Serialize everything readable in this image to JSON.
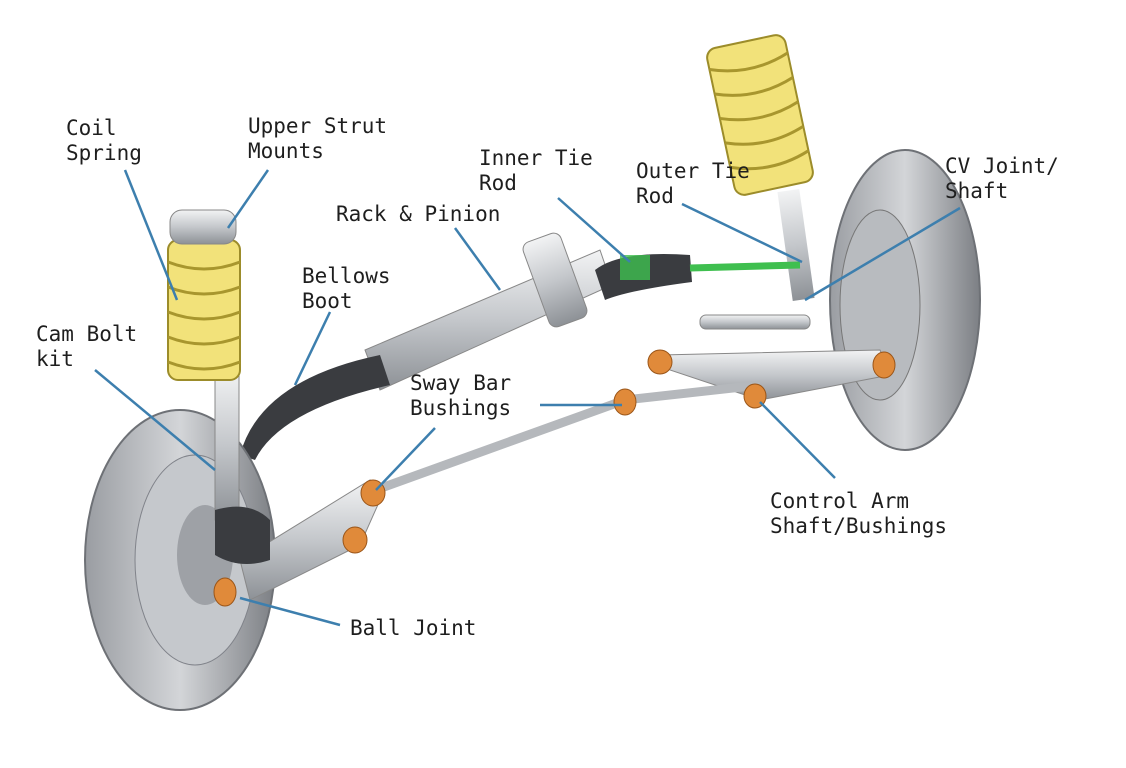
{
  "colors": {
    "leader": "#3d7fae",
    "spring": "#f2e27a",
    "metal": "#c9ccd0",
    "dark": "#3a3c40",
    "bushing": "#e08a3a",
    "tie_rod": "#3fbf4f"
  },
  "labels": {
    "coil_spring": [
      "Coil",
      "Spring"
    ],
    "upper_strut_mounts": [
      "Upper Strut",
      "Mounts"
    ],
    "inner_tie_rod": [
      "Inner Tie",
      "Rod"
    ],
    "outer_tie_rod": [
      "Outer Tie",
      "Rod"
    ],
    "cv_joint_shaft": [
      "CV Joint/",
      "Shaft"
    ],
    "rack_pinion": "Rack & Pinion",
    "bellows_boot": [
      "Bellows",
      "Boot"
    ],
    "cam_bolt_kit": [
      "Cam Bolt",
      "kit"
    ],
    "sway_bar_bushings": [
      "Sway Bar",
      "Bushings"
    ],
    "control_arm": [
      "Control Arm",
      "Shaft/Bushings"
    ],
    "ball_joint": "Ball Joint"
  }
}
